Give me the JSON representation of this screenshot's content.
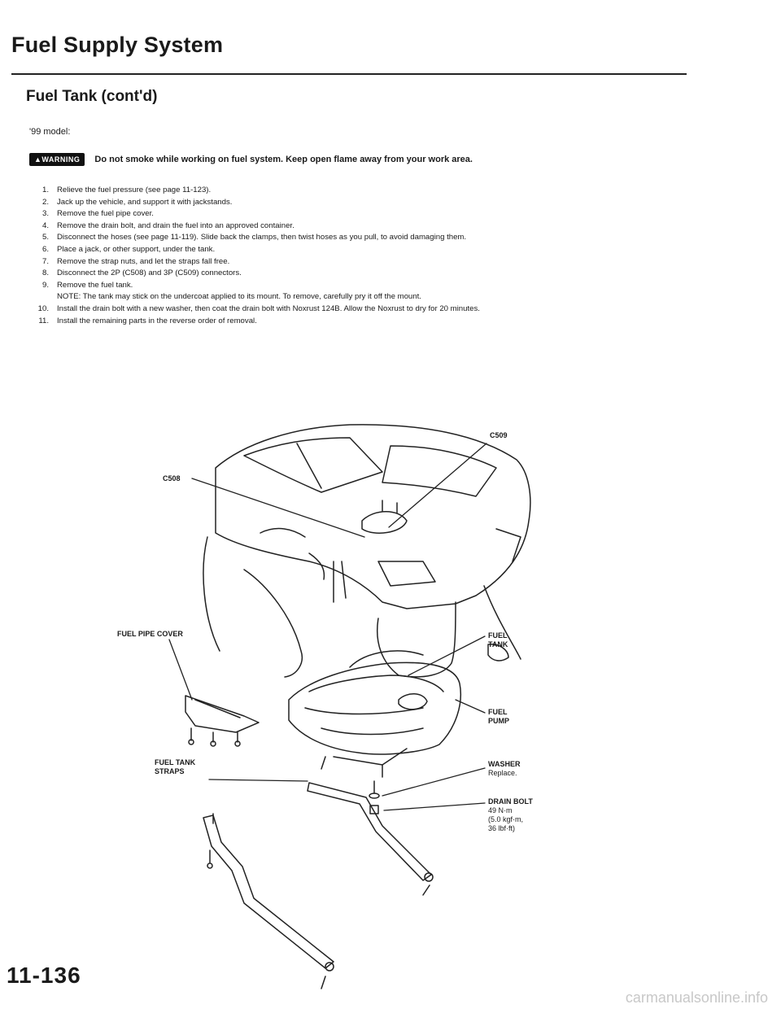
{
  "page": {
    "title": "Fuel Supply System",
    "section_title": "Fuel Tank (cont'd)",
    "model_note": "'99 model:",
    "warning": {
      "badge": "▲WARNING",
      "text": "Do not smoke while working on fuel system. Keep open flame away from your work area."
    },
    "page_number": "11-136",
    "watermark": "carmanualsonline.info"
  },
  "steps": [
    {
      "num": "1.",
      "text": "Relieve the fuel pressure (see page 11-123)."
    },
    {
      "num": "2.",
      "text": "Jack up the vehicle, and support it with jackstands."
    },
    {
      "num": "3.",
      "text": "Remove the fuel pipe cover."
    },
    {
      "num": "4.",
      "text": "Remove the drain bolt, and drain the fuel into an approved container."
    },
    {
      "num": "5.",
      "text": "Disconnect the hoses (see page 11-119). Slide back the clamps, then twist hoses as you pull, to avoid damaging them."
    },
    {
      "num": "6.",
      "text": "Place a jack, or other support, under the tank."
    },
    {
      "num": "7.",
      "text": "Remove the strap nuts, and let the straps fall free."
    },
    {
      "num": "8.",
      "text": "Disconnect the 2P (C508) and 3P (C509) connectors."
    },
    {
      "num": "9.",
      "text": "Remove the fuel tank."
    },
    {
      "num": "",
      "text": "NOTE: The tank may stick on the undercoat applied to its mount. To remove, carefully pry it off the mount."
    },
    {
      "num": "10.",
      "text": "Install the drain bolt with a new washer, then coat the drain bolt with Noxrust 124B. Allow the Noxrust to dry for 20 minutes."
    },
    {
      "num": "11.",
      "text": "Install the remaining parts in the reverse order of removal."
    }
  ],
  "callouts": {
    "c509": "C509",
    "c508": "C508",
    "fuel_pipe_cover": "FUEL PIPE COVER",
    "fuel_tank_l1": "FUEL",
    "fuel_tank_l2": "TANK",
    "fuel_pump_l1": "FUEL",
    "fuel_pump_l2": "PUMP",
    "straps_l1": "FUEL TANK",
    "straps_l2": "STRAPS",
    "washer": "WASHER",
    "washer_note": "Replace.",
    "drain_bolt": "DRAIN BOLT",
    "drain_torque_1": "49 N·m",
    "drain_torque_2": "(5.0 kgf·m,",
    "drain_torque_3": "36 lbf·ft)"
  }
}
